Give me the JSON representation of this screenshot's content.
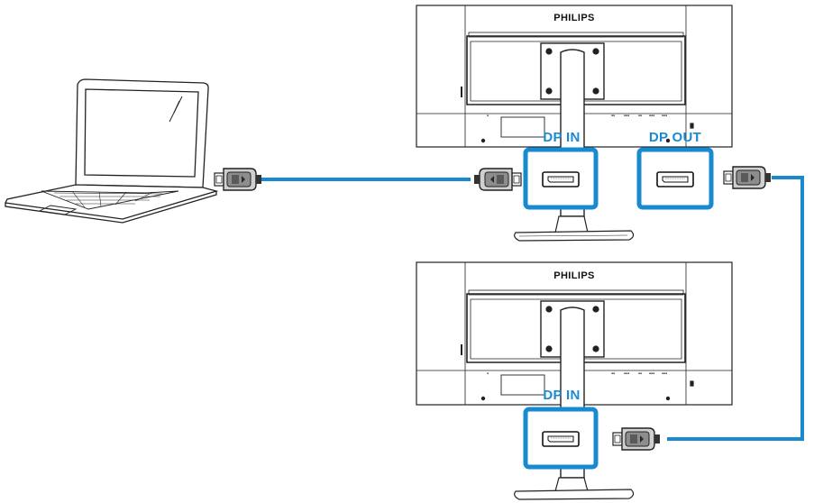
{
  "diagram": {
    "monitor_top": {
      "brand": "PHILIPS",
      "ports": [
        {
          "label": "DP IN"
        },
        {
          "label": "DP OUT"
        }
      ]
    },
    "monitor_bottom": {
      "brand": "PHILIPS",
      "ports": [
        {
          "label": "DP IN"
        }
      ]
    },
    "colors": {
      "highlight": "#1a8ad0",
      "cable": "#1a8ad0",
      "line": "#222222"
    },
    "icons": [
      "laptop-icon",
      "displayport-connector-icon",
      "displayport-port-icon",
      "monitor-back-icon"
    ]
  }
}
